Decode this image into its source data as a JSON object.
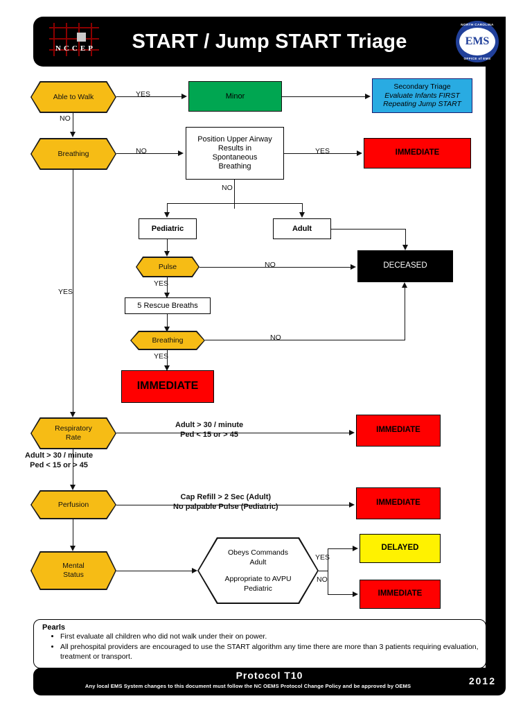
{
  "header": {
    "title": "START / Jump START Triage",
    "left_logo_text": "NCCEP",
    "right_logo_abbr": "EMS",
    "right_logo_top": "NORTH CAROLINA",
    "right_logo_bottom": "OFFICE of EMS"
  },
  "nodes": {
    "able_to_walk": "Able to Walk",
    "minor": "Minor",
    "secondary_triage_l1": "Secondary Triage",
    "secondary_triage_l2": "Evaluate Infants FIRST",
    "secondary_triage_l3": "Repeating Jump START",
    "breathing_1": "Breathing",
    "position_airway_l1": "Position Upper Airway",
    "position_airway_l2": "Results in",
    "position_airway_l3": "Spontaneous",
    "position_airway_l4": "Breathing",
    "immediate_1": "IMMEDIATE",
    "pediatric": "Pediatric",
    "adult": "Adult",
    "pulse": "Pulse",
    "deceased": "DECEASED",
    "rescue_breaths": "5 Rescue Breaths",
    "breathing_2": "Breathing",
    "immediate_2": "IMMEDIATE",
    "respiratory_rate_l1": "Respiratory",
    "respiratory_rate_l2": "Rate",
    "immediate_3": "IMMEDIATE",
    "perfusion": "Perfusion",
    "immediate_4": "IMMEDIATE",
    "mental_status_l1": "Mental",
    "mental_status_l2": "Status",
    "avpu_l1": "Obeys Commands",
    "avpu_l2": "Adult",
    "avpu_l3": "Appropriate to AVPU",
    "avpu_l4": "Pediatric",
    "delayed": "DELAYED",
    "immediate_5": "IMMEDIATE"
  },
  "edge_labels": {
    "walk_yes": "YES",
    "walk_no": "NO",
    "breathing_no": "NO",
    "airway_yes": "YES",
    "airway_no": "NO",
    "pulse_no": "NO",
    "pulse_yes": "YES",
    "breathing2_no": "NO",
    "breathing2_yes": "YES",
    "breathing_yes_long": "YES",
    "resp_criteria_l1": "Adult > 30 / minute",
    "resp_criteria_l2": "Ped < 15 or > 45",
    "resp_down_l1": "Adult > 30 / minute",
    "resp_down_l2": "Ped < 15 or > 45",
    "perfusion_l1": "Cap Refill > 2 Sec (Adult)",
    "perfusion_l2": "No palpable Pulse (Pediatric)",
    "avpu_yes": "YES",
    "avpu_no": "NO"
  },
  "pearls": {
    "title": "Pearls",
    "items": [
      "First evaluate all children who did not walk under their on power.",
      "All prehospital providers are encouraged to use the START algorithm any time there are more than 3 patients requiring evaluation, treatment or transport."
    ]
  },
  "footer": {
    "protocol": "Protocol T10",
    "note": "Any local EMS System changes to this document must follow the NC OEMS Protocol Change Policy and be approved by OEMS",
    "year": "2012"
  },
  "colors": {
    "decision": "#F6BC15",
    "minor_green": "#00A651",
    "secondary_blue": "#29ABE2",
    "immediate_red": "#FF0000",
    "delayed_yellow": "#FFF200",
    "deceased_black": "#000000"
  }
}
